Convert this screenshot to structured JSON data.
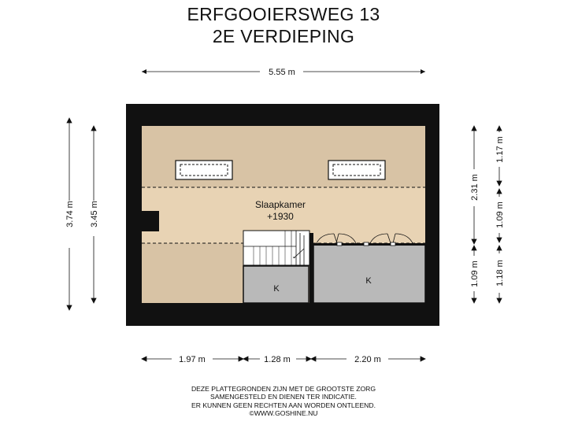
{
  "header": {
    "address": "ERFGOOIERSWEG 13",
    "floor": "2E VERDIEPING"
  },
  "rooms": {
    "bedroom_name": "Slaapkamer",
    "bedroom_level": "+1930",
    "storage_left": "K",
    "storage_right": "K"
  },
  "dimensions": {
    "total_width": "5.55 m",
    "segment_1": "1.97 m",
    "segment_2": "1.28 m",
    "segment_3": "2.20 m",
    "outer_depth": "3.74 m",
    "inner_depth": "3.45 m",
    "right_upper": "2.31 m",
    "right_lower": "1.09 m",
    "far_right_1": "1.17 m",
    "far_right_2": "1.09 m",
    "far_right_3": "1.18 m"
  },
  "disclaimer": [
    "DEZE PLATTEGRONDEN ZIJN MET DE GROOTSTE ZORG",
    "SAMENGESTELD EN DIENEN TER INDICATIE.",
    "ER KUNNEN GEEN RECHTEN AAN WORDEN ONTLEEND.",
    "©WWW.GOSHINE.NU"
  ],
  "colors": {
    "wall": "#111111",
    "floor_high": "#d8c3a5",
    "floor_low": "#e8d3b4",
    "storage": "#b9b9b9",
    "line": "#111111"
  }
}
